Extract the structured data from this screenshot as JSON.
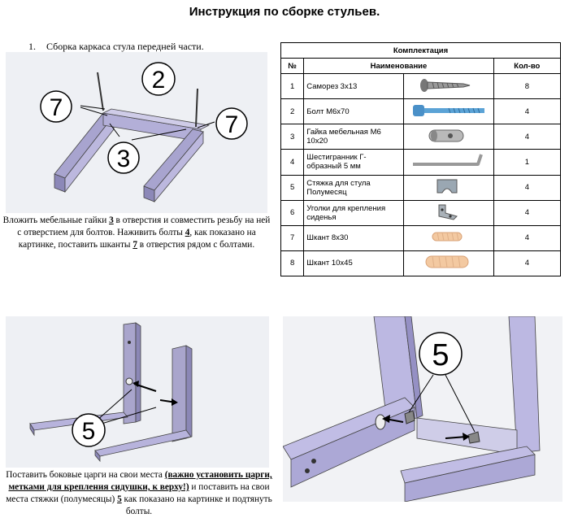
{
  "title": "Инструкция по сборке стульев.",
  "step1": {
    "number": "1.",
    "heading": "Сборка каркаса стула передней части."
  },
  "figure1": {
    "labels": [
      "2",
      "7",
      "7",
      "3"
    ]
  },
  "para1": {
    "t1": "Вложить мебельные гайки ",
    "b1": "3",
    "t2": " в отверстия и совместить резьбу на ней с отверстием для болтов. Наживить болты ",
    "b2": "4",
    "t3": ", как показано на картинке, поставить шканты ",
    "b3": "7",
    "t4": " в отверстия рядом с болтами."
  },
  "table": {
    "title": "Комплектация",
    "headers": {
      "no": "№",
      "name": "Наименование",
      "qty": "Кол-во"
    },
    "rows": [
      {
        "no": "1",
        "name": "Саморез 3х13",
        "qty": "8",
        "icon": "screw-icon"
      },
      {
        "no": "2",
        "name": "Болт  М6х70",
        "qty": "4",
        "icon": "bolt-icon"
      },
      {
        "no": "3",
        "name": "Гайка мебельная М6 10х20",
        "qty": "4",
        "icon": "barrel-nut-icon"
      },
      {
        "no": "4",
        "name": "Шестигранник Г-образный 5 мм",
        "qty": "1",
        "icon": "hex-key-icon"
      },
      {
        "no": "5",
        "name": "Стяжка для стула Полумесяц",
        "qty": "4",
        "icon": "crescent-bracket-icon"
      },
      {
        "no": "6",
        "name": "Уголки для крепления сиденья",
        "qty": "4",
        "icon": "angle-bracket-icon"
      },
      {
        "no": "7",
        "name": "Шкант 8х30",
        "qty": "4",
        "icon": "dowel-small-icon"
      },
      {
        "no": "8",
        "name": "Шкант 10х45",
        "qty": "4",
        "icon": "dowel-large-icon"
      }
    ]
  },
  "figure2": {
    "label": "5"
  },
  "figure3": {
    "label": "5"
  },
  "para2": {
    "t1": "Поставить боковые царги на свои места ",
    "b1": "(важно установить царги, метками для крепления сидушки, к верху!)",
    "t2": " и поставить на свои места стяжки (полумесяцы) ",
    "b2": "5",
    "t3": " как показано на картинке и подтянуть болты."
  }
}
